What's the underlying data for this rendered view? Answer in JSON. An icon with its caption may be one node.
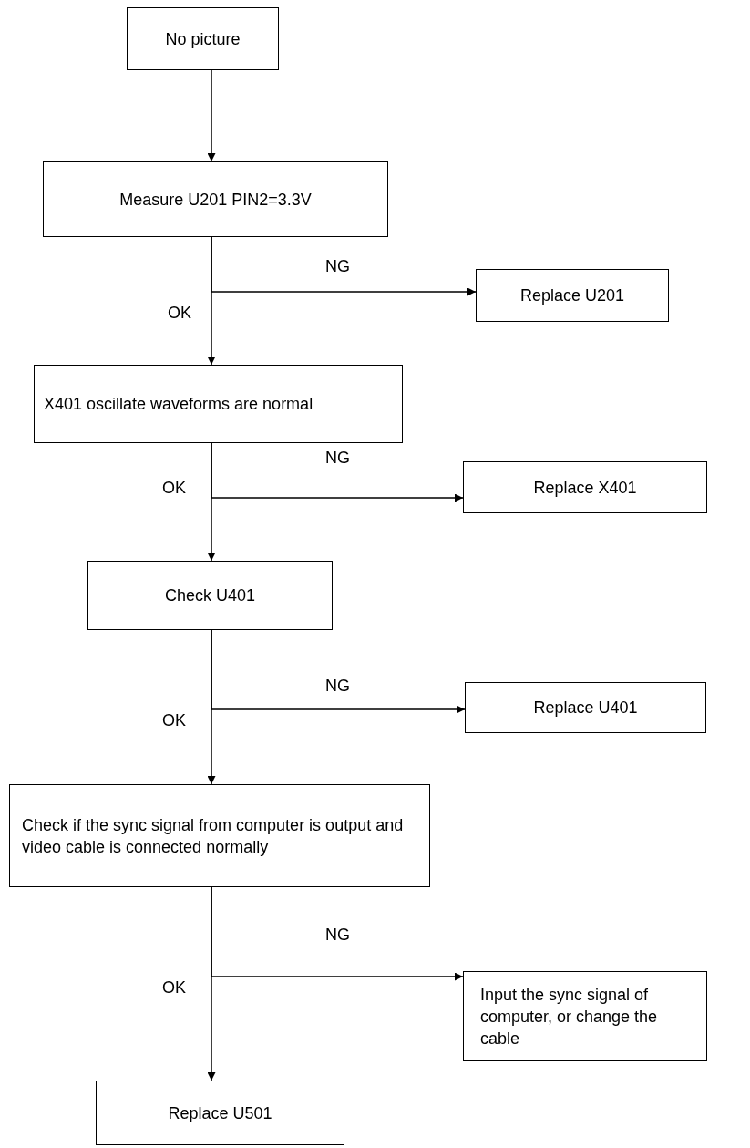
{
  "diagram": {
    "nodes": [
      {
        "text": [
          "No picture"
        ]
      },
      {
        "text": [
          "Measure U201 PIN2=3.3V"
        ]
      },
      {
        "text": [
          "Replace U201"
        ]
      },
      {
        "text": [
          "X401 oscillate waveforms are normal"
        ]
      },
      {
        "text": [
          "Replace X401"
        ]
      },
      {
        "text": [
          "Check U401"
        ]
      },
      {
        "text": [
          "Replace U401"
        ]
      },
      {
        "text": [
          "Check if the sync signal from computer is output and video cable is connected normally"
        ]
      },
      {
        "text": [
          "Input the sync signal of computer, or change the cable"
        ]
      },
      {
        "text": [
          "Replace U501"
        ]
      }
    ],
    "edges": [
      {
        "from": 0,
        "to": 1,
        "arrow": "to"
      },
      {
        "from": 1,
        "to": 2,
        "arrow": "to",
        "label": "NG"
      },
      {
        "from": 1,
        "to": 3,
        "arrow": "to",
        "label": "OK"
      },
      {
        "from": 3,
        "to": 4,
        "arrow": "to",
        "label": "NG"
      },
      {
        "from": 3,
        "to": 5,
        "arrow": "to",
        "label": "OK"
      },
      {
        "from": 5,
        "to": 6,
        "arrow": "to",
        "label": "NG"
      },
      {
        "from": 5,
        "to": 7,
        "arrow": "to",
        "label": "OK"
      },
      {
        "from": 7,
        "to": 8,
        "arrow": "to",
        "label": "NG"
      },
      {
        "from": 7,
        "to": 9,
        "arrow": "to",
        "label": "OK"
      }
    ]
  }
}
